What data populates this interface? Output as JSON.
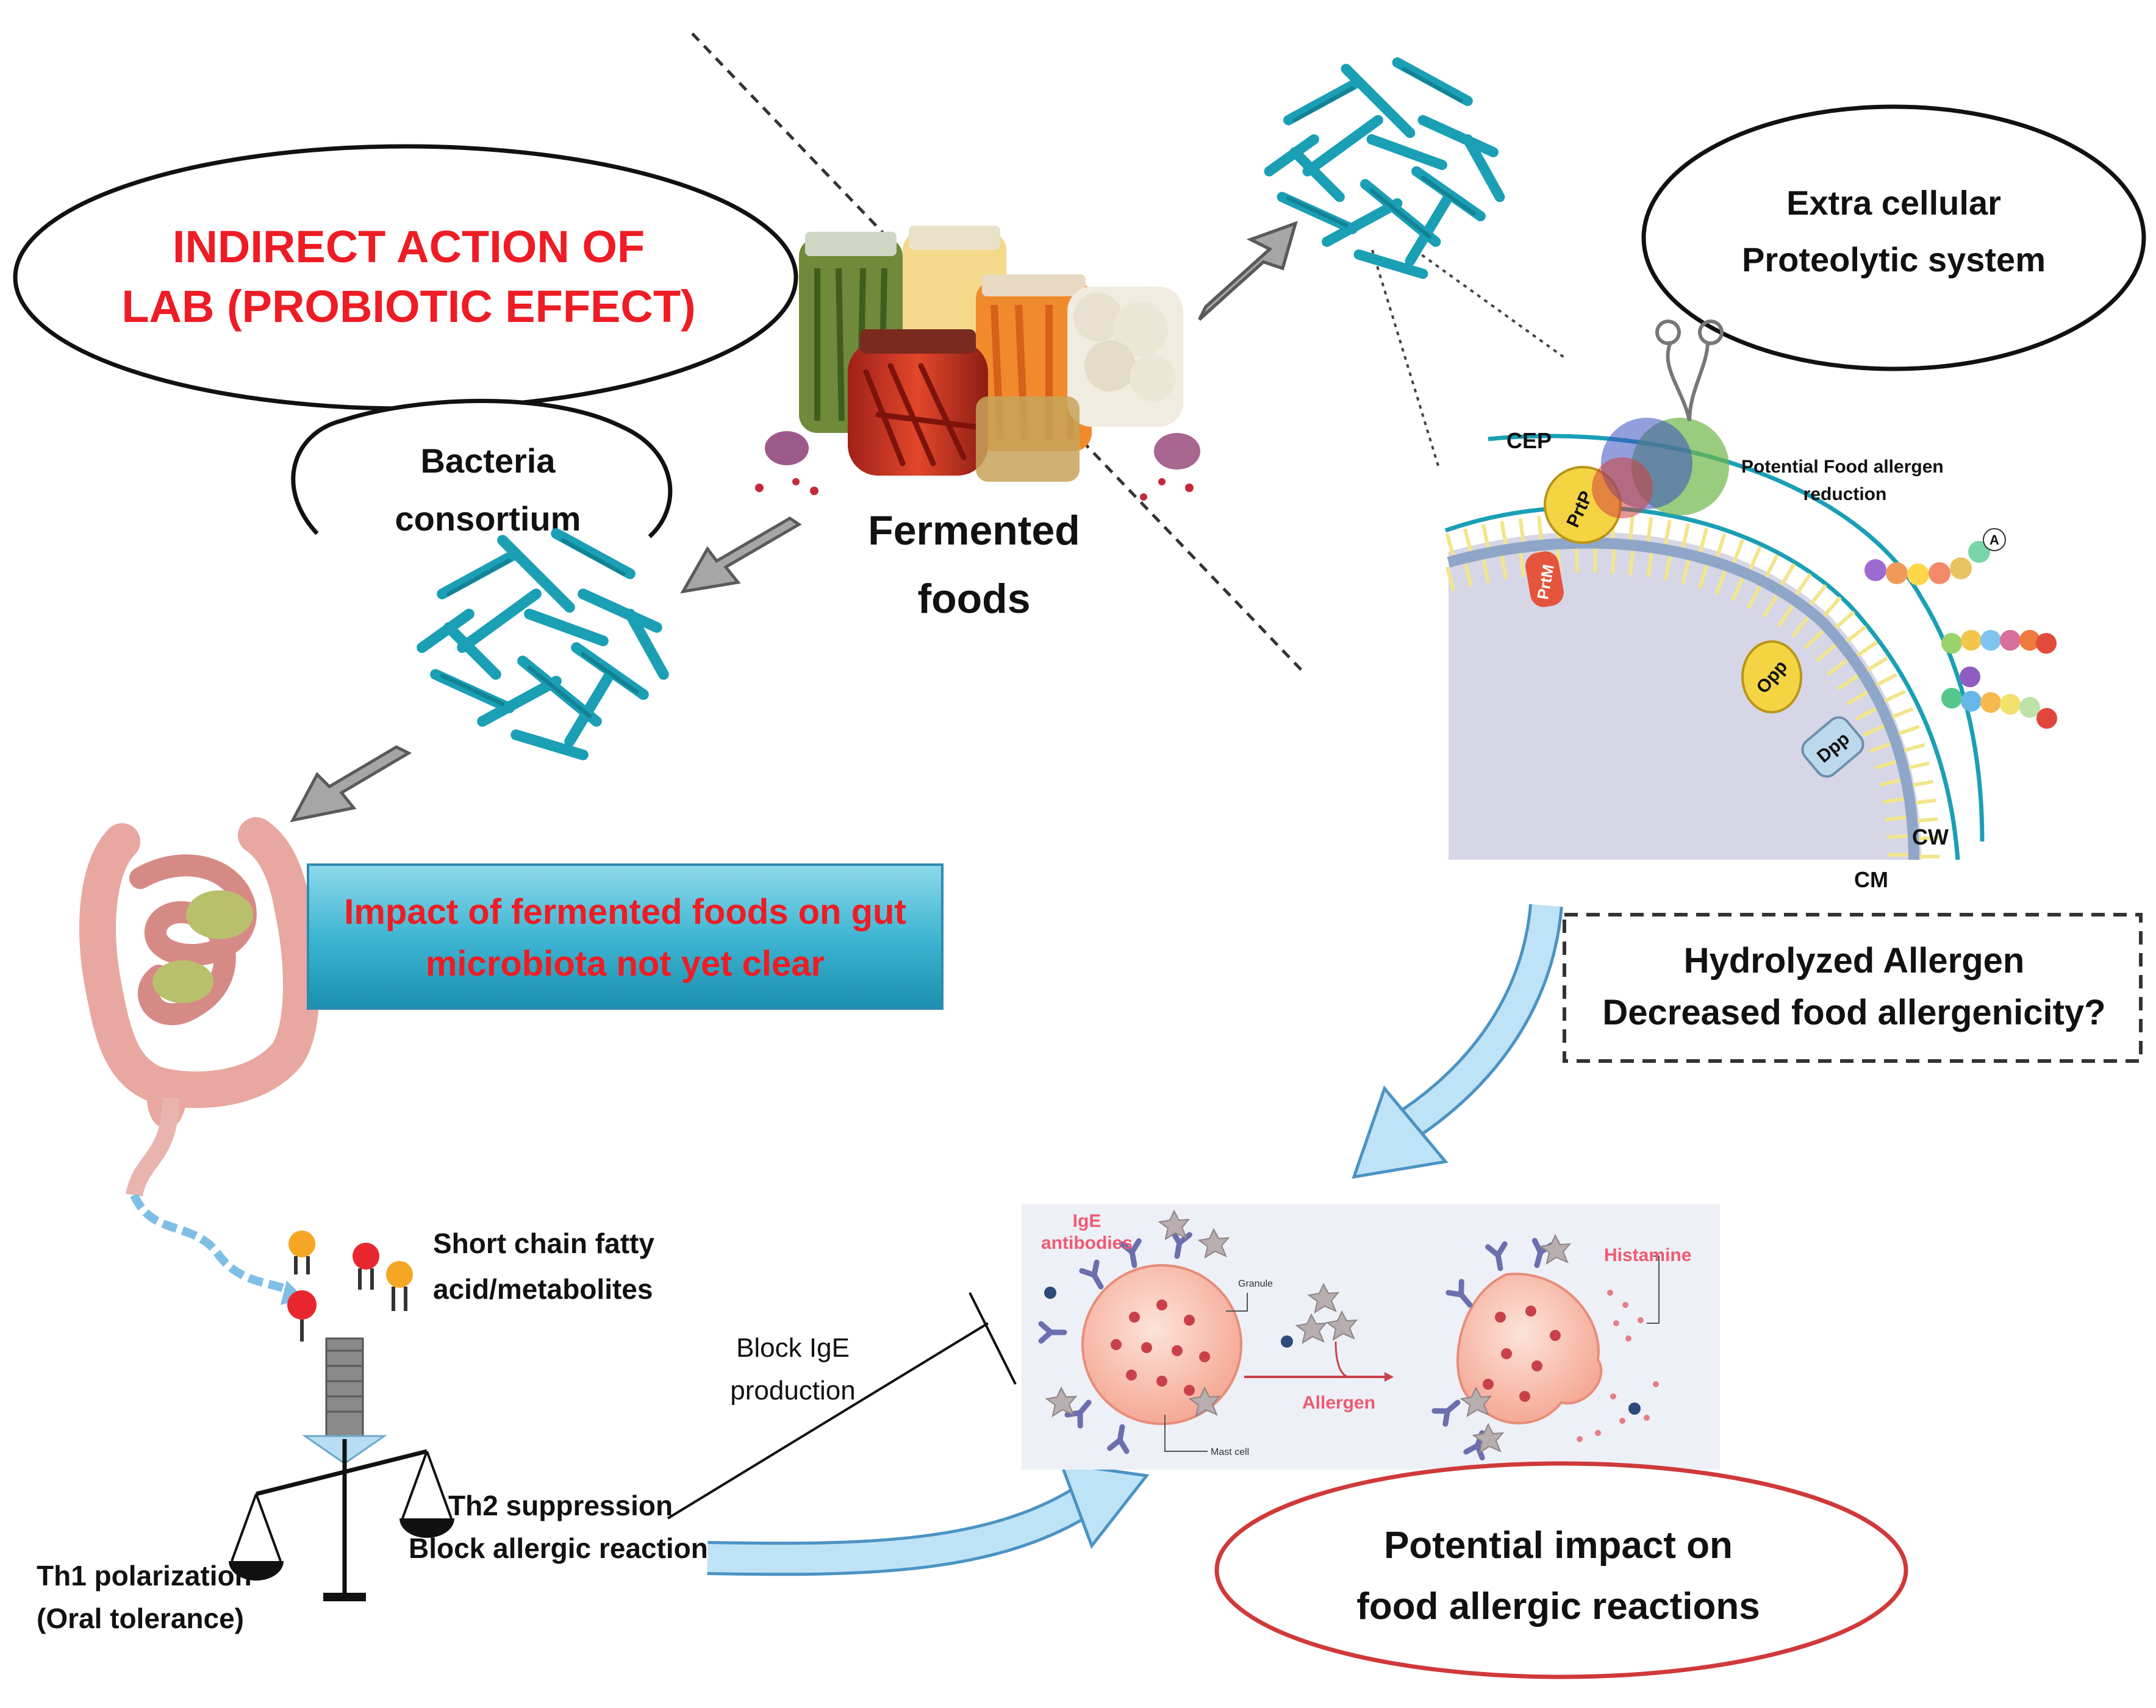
{
  "labels": {
    "indirect_line1": "INDIRECT ACTION OF",
    "indirect_line2": "LAB (PROBIOTIC EFFECT)",
    "consortium_line1": "Bacteria",
    "consortium_line2": "consortium",
    "fermented_line1": "Fermented",
    "fermented_line2": "foods",
    "extracellular_line1": "Extra cellular",
    "extracellular_line2": "Proteolytic system",
    "cep": "CEP",
    "prtp": "PrtP",
    "prtm": "PrtM",
    "opp": "Opp",
    "dpp": "Dpp",
    "cw": "CW",
    "cm": "CM",
    "potential_reduction_line1": "Potential  Food allergen",
    "potential_reduction_line2": "reduction",
    "impact_gut_line1": "Impact of fermented foods on gut",
    "impact_gut_line2": "microbiota not yet clear",
    "hydrolyzed_line1": "Hydrolyzed Allergen",
    "hydrolyzed_line2": "Decreased food allergenicity?",
    "scfa_line1": "Short chain fatty",
    "scfa_line2": "acid/metabolites",
    "block_ige_line1": "Block IgE",
    "block_ige_line2": "production",
    "th2_line1": "Th2 suppression",
    "th2_line2": "Block allergic reaction",
    "th1_line1": "Th1 polarization",
    "th1_line2": "(Oral tolerance)",
    "potential_impact_line1": "Potential impact on",
    "potential_impact_line2": "food allergic reactions",
    "ige_line1": "IgE",
    "ige_line2": "antibodies",
    "histamine": "Histamine",
    "allergen": "Allergen",
    "granule": "Granule",
    "mast_cell": "Mast cell",
    "peptide_a_letter": "A"
  },
  "colors": {
    "red_text": "#ee1c24",
    "teal_bacteria": "#1a9fb5",
    "grey_arrow": "#a6a6a6",
    "light_blue_arrow": "#bfe3f6",
    "gut_box": "#3fb6d3",
    "red_ellipse": "#d0393a"
  }
}
